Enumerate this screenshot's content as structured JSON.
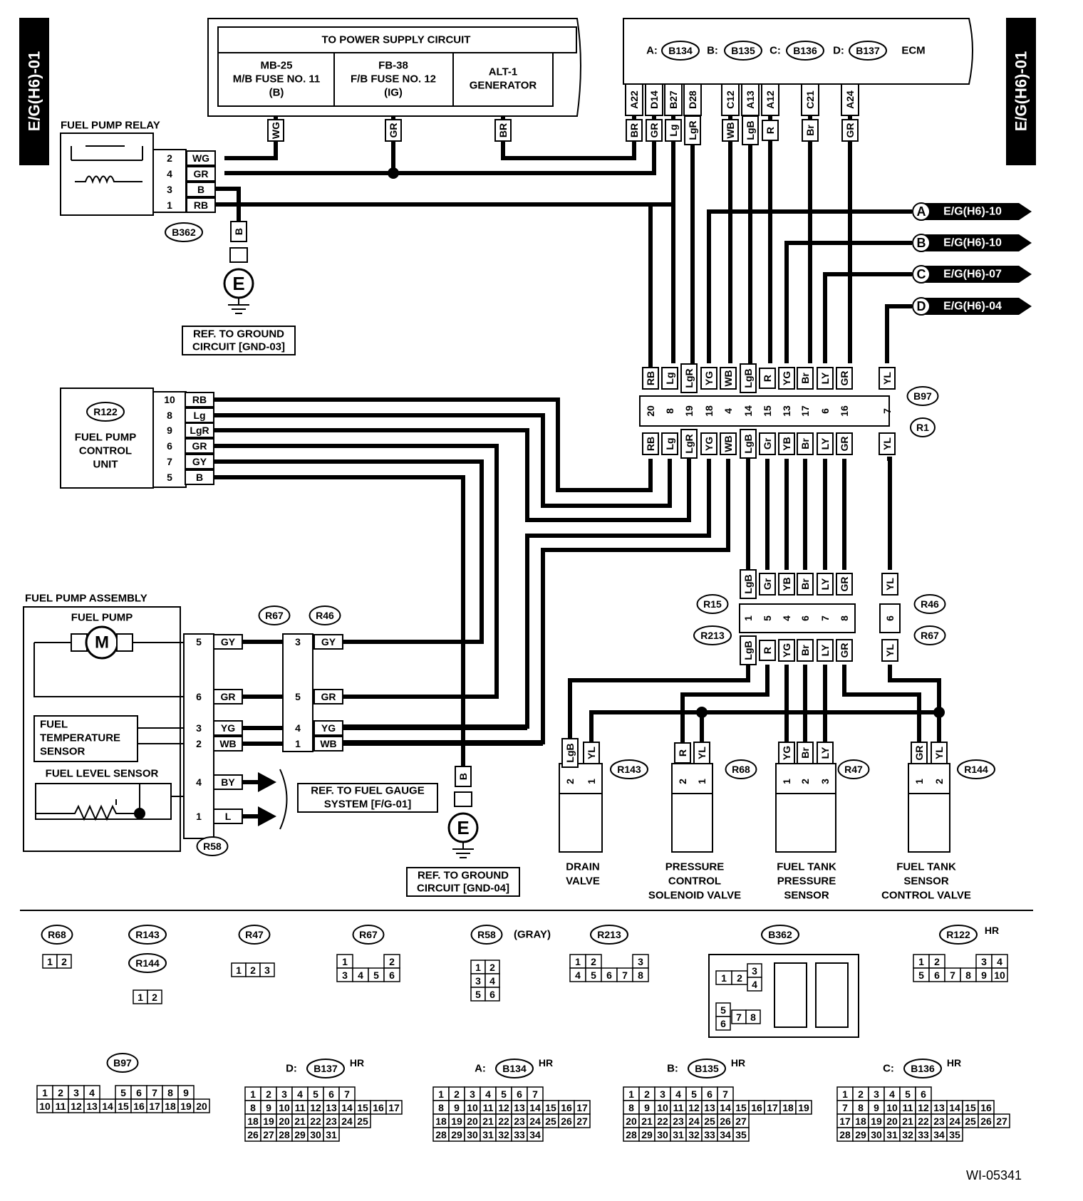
{
  "side_tab_left": "E/G(H6)-01",
  "side_tab_right": "E/G(H6)-01",
  "power": {
    "title": "TO POWER SUPPLY CIRCUIT",
    "mb25": [
      "MB-25",
      "M/B FUSE NO. 11",
      "(B)"
    ],
    "fb38": [
      "FB-38",
      "F/B FUSE NO. 12",
      "(IG)"
    ],
    "alt1": [
      "ALT-1",
      "GENERATOR"
    ],
    "wires": [
      "WG",
      "GR",
      "BR"
    ]
  },
  "ecm": {
    "connectors": [
      "A:",
      "B134",
      "B:",
      "B135",
      "C:",
      "B136",
      "D:",
      "B137",
      "ECM"
    ],
    "pins": [
      "A22",
      "D14",
      "B27",
      "D28",
      "C12",
      "A13",
      "A12",
      "C21",
      "A24"
    ],
    "wires": [
      "BR",
      "GR",
      "Lg",
      "LgR",
      "WB",
      "LgB",
      "R",
      "Br",
      "GR"
    ]
  },
  "relay": {
    "title": "FUEL PUMP RELAY",
    "pins": [
      "2",
      "4",
      "3",
      "1"
    ],
    "wires": [
      "WG",
      "GR",
      "B",
      "RB"
    ],
    "connector": "B362",
    "ground_wire": "B",
    "ground": "E",
    "ref": [
      "REF. TO GROUND",
      "CIRCUIT [GND-03]"
    ]
  },
  "offpage": [
    {
      "letter": "A",
      "ref": "E/G(H6)-10"
    },
    {
      "letter": "B",
      "ref": "E/G(H6)-10"
    },
    {
      "letter": "C",
      "ref": "E/G(H6)-07"
    },
    {
      "letter": "D",
      "ref": "E/G(H6)-04"
    }
  ],
  "fpcu": {
    "connector": "R122",
    "label": [
      "FUEL PUMP",
      "CONTROL",
      "UNIT"
    ],
    "pins": [
      "10",
      "8",
      "9",
      "6",
      "7",
      "5"
    ],
    "wires": [
      "RB",
      "Lg",
      "LgR",
      "GR",
      "GY",
      "B"
    ]
  },
  "b97": {
    "connector_top": "B97",
    "connector_bottom": "R1",
    "top_wires": [
      "RB",
      "Lg",
      "LgR",
      "YG",
      "WB",
      "LgB",
      "R",
      "YG",
      "Br",
      "LY",
      "GR",
      "YL"
    ],
    "pins": [
      "20",
      "8",
      "19",
      "18",
      "4",
      "14",
      "15",
      "13",
      "17",
      "6",
      "16",
      "7"
    ],
    "bottom_wires": [
      "RB",
      "Lg",
      "LgR",
      "YG",
      "WB",
      "LgB",
      "Gr",
      "YB",
      "Br",
      "LY",
      "GR",
      "YL"
    ]
  },
  "r15": {
    "connector_top": "R15",
    "connector_bottom": "R213",
    "top_wires": [
      "LgB",
      "Gr",
      "YB",
      "Br",
      "LY",
      "GR"
    ],
    "pins": [
      "1",
      "5",
      "4",
      "6",
      "7",
      "8"
    ],
    "bottom_wires": [
      "LgB",
      "R",
      "YG",
      "Br",
      "LY",
      "GR"
    ]
  },
  "r46": {
    "connector_top": "R46",
    "connector_bottom": "R67",
    "top_wire": "YL",
    "pin": "6",
    "bottom_wire": "YL"
  },
  "assembly": {
    "title": "FUEL PUMP ASSEMBLY",
    "pump": "FUEL PUMP",
    "motor": "M",
    "temp": [
      "FUEL",
      "TEMPERATURE",
      "SENSOR"
    ],
    "level": "FUEL LEVEL SENSOR",
    "connector": "R58",
    "pins": [
      "5",
      "6",
      "3",
      "2",
      "4",
      "1"
    ],
    "wires": [
      "GY",
      "GR",
      "YG",
      "WB",
      "BY",
      "L"
    ],
    "gauge_ref": [
      "REF. TO FUEL GAUGE",
      "SYSTEM [F/G-01]"
    ]
  },
  "r67_r46": {
    "labels": [
      "R67",
      "R46"
    ],
    "pins": [
      "3",
      "5",
      "4",
      "1"
    ],
    "wires": [
      "GY",
      "GR",
      "YG",
      "WB"
    ]
  },
  "ground2": {
    "wire": "B",
    "symbol": "E",
    "ref": [
      "REF. TO GROUND",
      "CIRCUIT [GND-04]"
    ]
  },
  "devices": [
    {
      "connector": "R143",
      "wires": [
        "LgB",
        "YL"
      ],
      "pins": [
        "2",
        "1"
      ],
      "label": [
        "DRAIN",
        "VALVE"
      ]
    },
    {
      "connector": "R68",
      "wires": [
        "R",
        "YL"
      ],
      "pins": [
        "2",
        "1"
      ],
      "label": [
        "PRESSURE",
        "CONTROL",
        "SOLENOID VALVE"
      ]
    },
    {
      "connector": "R47",
      "wires": [
        "YG",
        "Br",
        "LY"
      ],
      "pins": [
        "1",
        "2",
        "3"
      ],
      "label": [
        "FUEL TANK",
        "PRESSURE",
        "SENSOR"
      ]
    },
    {
      "connector": "R144",
      "wires": [
        "GR",
        "YL"
      ],
      "pins": [
        "1",
        "2"
      ],
      "label": [
        "FUEL TANK",
        "SENSOR",
        "CONTROL VALVE"
      ]
    }
  ],
  "conn_views": {
    "R68": {
      "rows": [
        [
          "1",
          "2"
        ]
      ]
    },
    "R143": "R143",
    "R144": {
      "rows": [
        [
          "1",
          "2"
        ]
      ]
    },
    "R47": {
      "rows": [
        [
          "1",
          "2",
          "3"
        ]
      ]
    },
    "R67": {
      "rows": [
        [
          "1",
          "",
          "",
          "2"
        ],
        [
          "3",
          "4",
          "5",
          "6"
        ]
      ]
    },
    "R58": {
      "name": "R58",
      "note": "(GRAY)",
      "rows": [
        [
          "1",
          "2"
        ],
        [
          "3",
          "4"
        ],
        [
          "5",
          "6"
        ]
      ]
    },
    "R213": {
      "rows": [
        [
          "1",
          "2",
          "",
          "",
          "3"
        ],
        [
          "4",
          "5",
          "6",
          "7",
          "8"
        ]
      ]
    },
    "B362": {
      "rows": [
        [
          "1",
          "2",
          "3",
          "4"
        ],
        [
          "5",
          "6",
          "7",
          "8"
        ]
      ]
    },
    "R122": {
      "name": "R122",
      "hr": "HR",
      "rows": [
        [
          "1",
          "2",
          "",
          "",
          "3",
          "4"
        ],
        [
          "5",
          "6",
          "7",
          "8",
          "9",
          "10"
        ]
      ]
    },
    "B97": {
      "rows": [
        [
          "1",
          "2",
          "3",
          "4",
          "",
          "5",
          "6",
          "7",
          "8",
          "9"
        ],
        [
          "10",
          "11",
          "12",
          "13",
          "14",
          "15",
          "16",
          "17",
          "18",
          "19",
          "20"
        ]
      ]
    },
    "B137": {
      "prefix": "D:",
      "hr": "HR",
      "rows": [
        [
          "1",
          "2",
          "3",
          "4",
          "5",
          "6",
          "7"
        ],
        [
          "8",
          "9",
          "10",
          "11",
          "12",
          "13",
          "14",
          "15",
          "16",
          "17"
        ],
        [
          "18",
          "19",
          "20",
          "21",
          "22",
          "23",
          "24",
          "25"
        ],
        [
          "26",
          "27",
          "28",
          "29",
          "30",
          "31"
        ]
      ]
    },
    "B134": {
      "prefix": "A:",
      "hr": "HR",
      "rows": [
        [
          "1",
          "2",
          "3",
          "4",
          "5",
          "6",
          "7"
        ],
        [
          "8",
          "9",
          "10",
          "11",
          "12",
          "13",
          "14",
          "15",
          "16",
          "17"
        ],
        [
          "18",
          "19",
          "20",
          "21",
          "22",
          "23",
          "24",
          "25",
          "26",
          "27"
        ],
        [
          "28",
          "29",
          "30",
          "31",
          "32",
          "33",
          "34"
        ]
      ]
    },
    "B135": {
      "prefix": "B:",
      "hr": "HR",
      "rows": [
        [
          "1",
          "2",
          "3",
          "4",
          "5",
          "6",
          "7"
        ],
        [
          "8",
          "9",
          "10",
          "11",
          "12",
          "13",
          "14",
          "15",
          "16",
          "17",
          "18",
          "19"
        ],
        [
          "20",
          "21",
          "22",
          "23",
          "24",
          "25",
          "26",
          "27"
        ],
        [
          "28",
          "29",
          "30",
          "31",
          "32",
          "33",
          "34",
          "35"
        ]
      ]
    },
    "B136": {
      "prefix": "C:",
      "hr": "HR",
      "rows": [
        [
          "1",
          "2",
          "3",
          "4",
          "5",
          "6"
        ],
        [
          "7",
          "8",
          "9",
          "10",
          "11",
          "12",
          "13",
          "14",
          "15",
          "16"
        ],
        [
          "17",
          "18",
          "19",
          "20",
          "21",
          "22",
          "23",
          "24",
          "25",
          "26",
          "27"
        ],
        [
          "28",
          "29",
          "30",
          "31",
          "32",
          "33",
          "34",
          "35"
        ]
      ]
    }
  },
  "code": "WI-05341"
}
